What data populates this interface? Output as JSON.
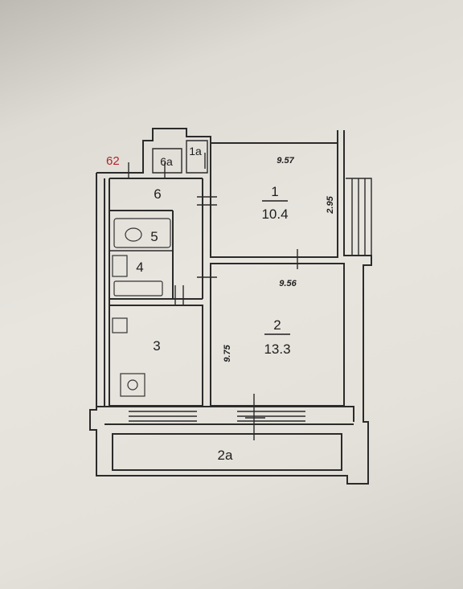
{
  "plan_number": "62",
  "rooms": [
    {
      "id": "1",
      "area": "10.4"
    },
    {
      "id": "2",
      "area": "13.3"
    },
    {
      "id": "3"
    },
    {
      "id": "4"
    },
    {
      "id": "5"
    },
    {
      "id": "6"
    },
    {
      "id": "1a"
    },
    {
      "id": "6a"
    },
    {
      "id": "2a"
    }
  ],
  "dimensions": {
    "room1_width": "9.57",
    "room1_depth": "2.95",
    "room2_width": "9.56",
    "room2_depth": "9.75"
  },
  "colors": {
    "lines": "#2b2b2b",
    "plan_number": "#b0262c"
  }
}
